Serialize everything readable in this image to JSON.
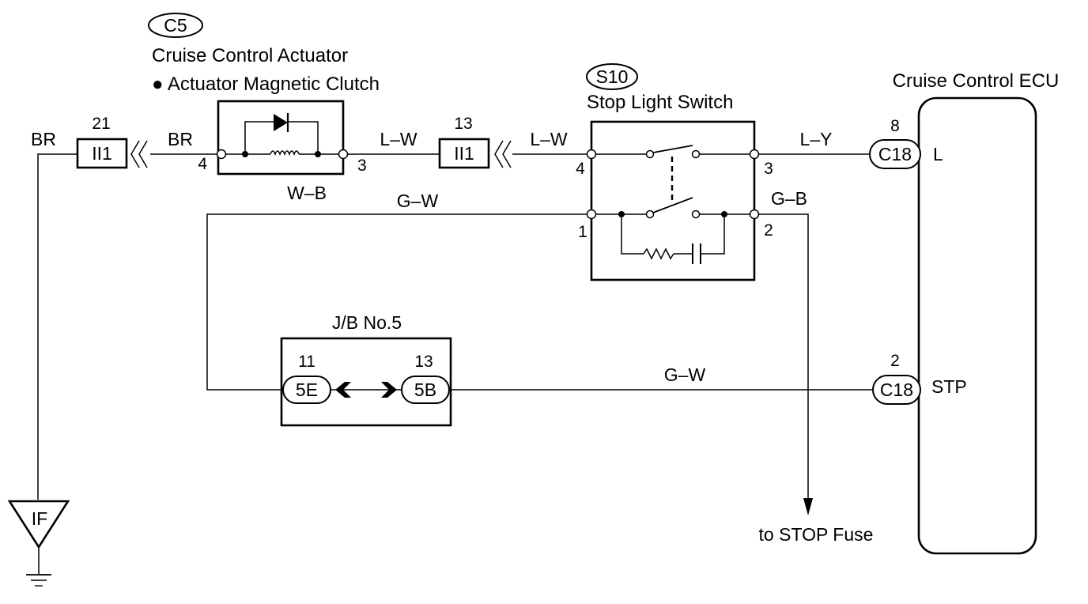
{
  "actuator": {
    "code": "C5",
    "title": "Cruise Control Actuator",
    "subtitle": "● Actuator Magnetic Clutch",
    "pin_left": "4",
    "pin_right": "3",
    "ground_wire": "W–B"
  },
  "stop_switch": {
    "code": "S10",
    "title": "Stop Light Switch",
    "pin_top_left": "4",
    "pin_top_right": "3",
    "pin_bottom_left": "1",
    "pin_bottom_right": "2"
  },
  "ecu": {
    "title": "Cruise Control ECU",
    "connector_top": {
      "code": "C18",
      "pin": "8",
      "terminal": "L"
    },
    "connector_bottom": {
      "code": "C18",
      "pin": "2",
      "terminal": "STP"
    }
  },
  "junction_block": {
    "title": "J/B No.5",
    "left": {
      "code": "5E",
      "pin": "11"
    },
    "right": {
      "code": "5B",
      "pin": "13"
    }
  },
  "splice_connectors": [
    {
      "code": "II1",
      "pin": "21"
    },
    {
      "code": "II1",
      "pin": "13"
    }
  ],
  "wires": {
    "br_left": "BR",
    "br_right": "BR",
    "lw_left": "L–W",
    "lw_right": "L–W",
    "ly": "L–Y",
    "gw_top": "G–W",
    "gb": "G–B",
    "gw_bottom": "G–W"
  },
  "ground": {
    "code": "IF"
  },
  "fuse_label": "to STOP Fuse"
}
